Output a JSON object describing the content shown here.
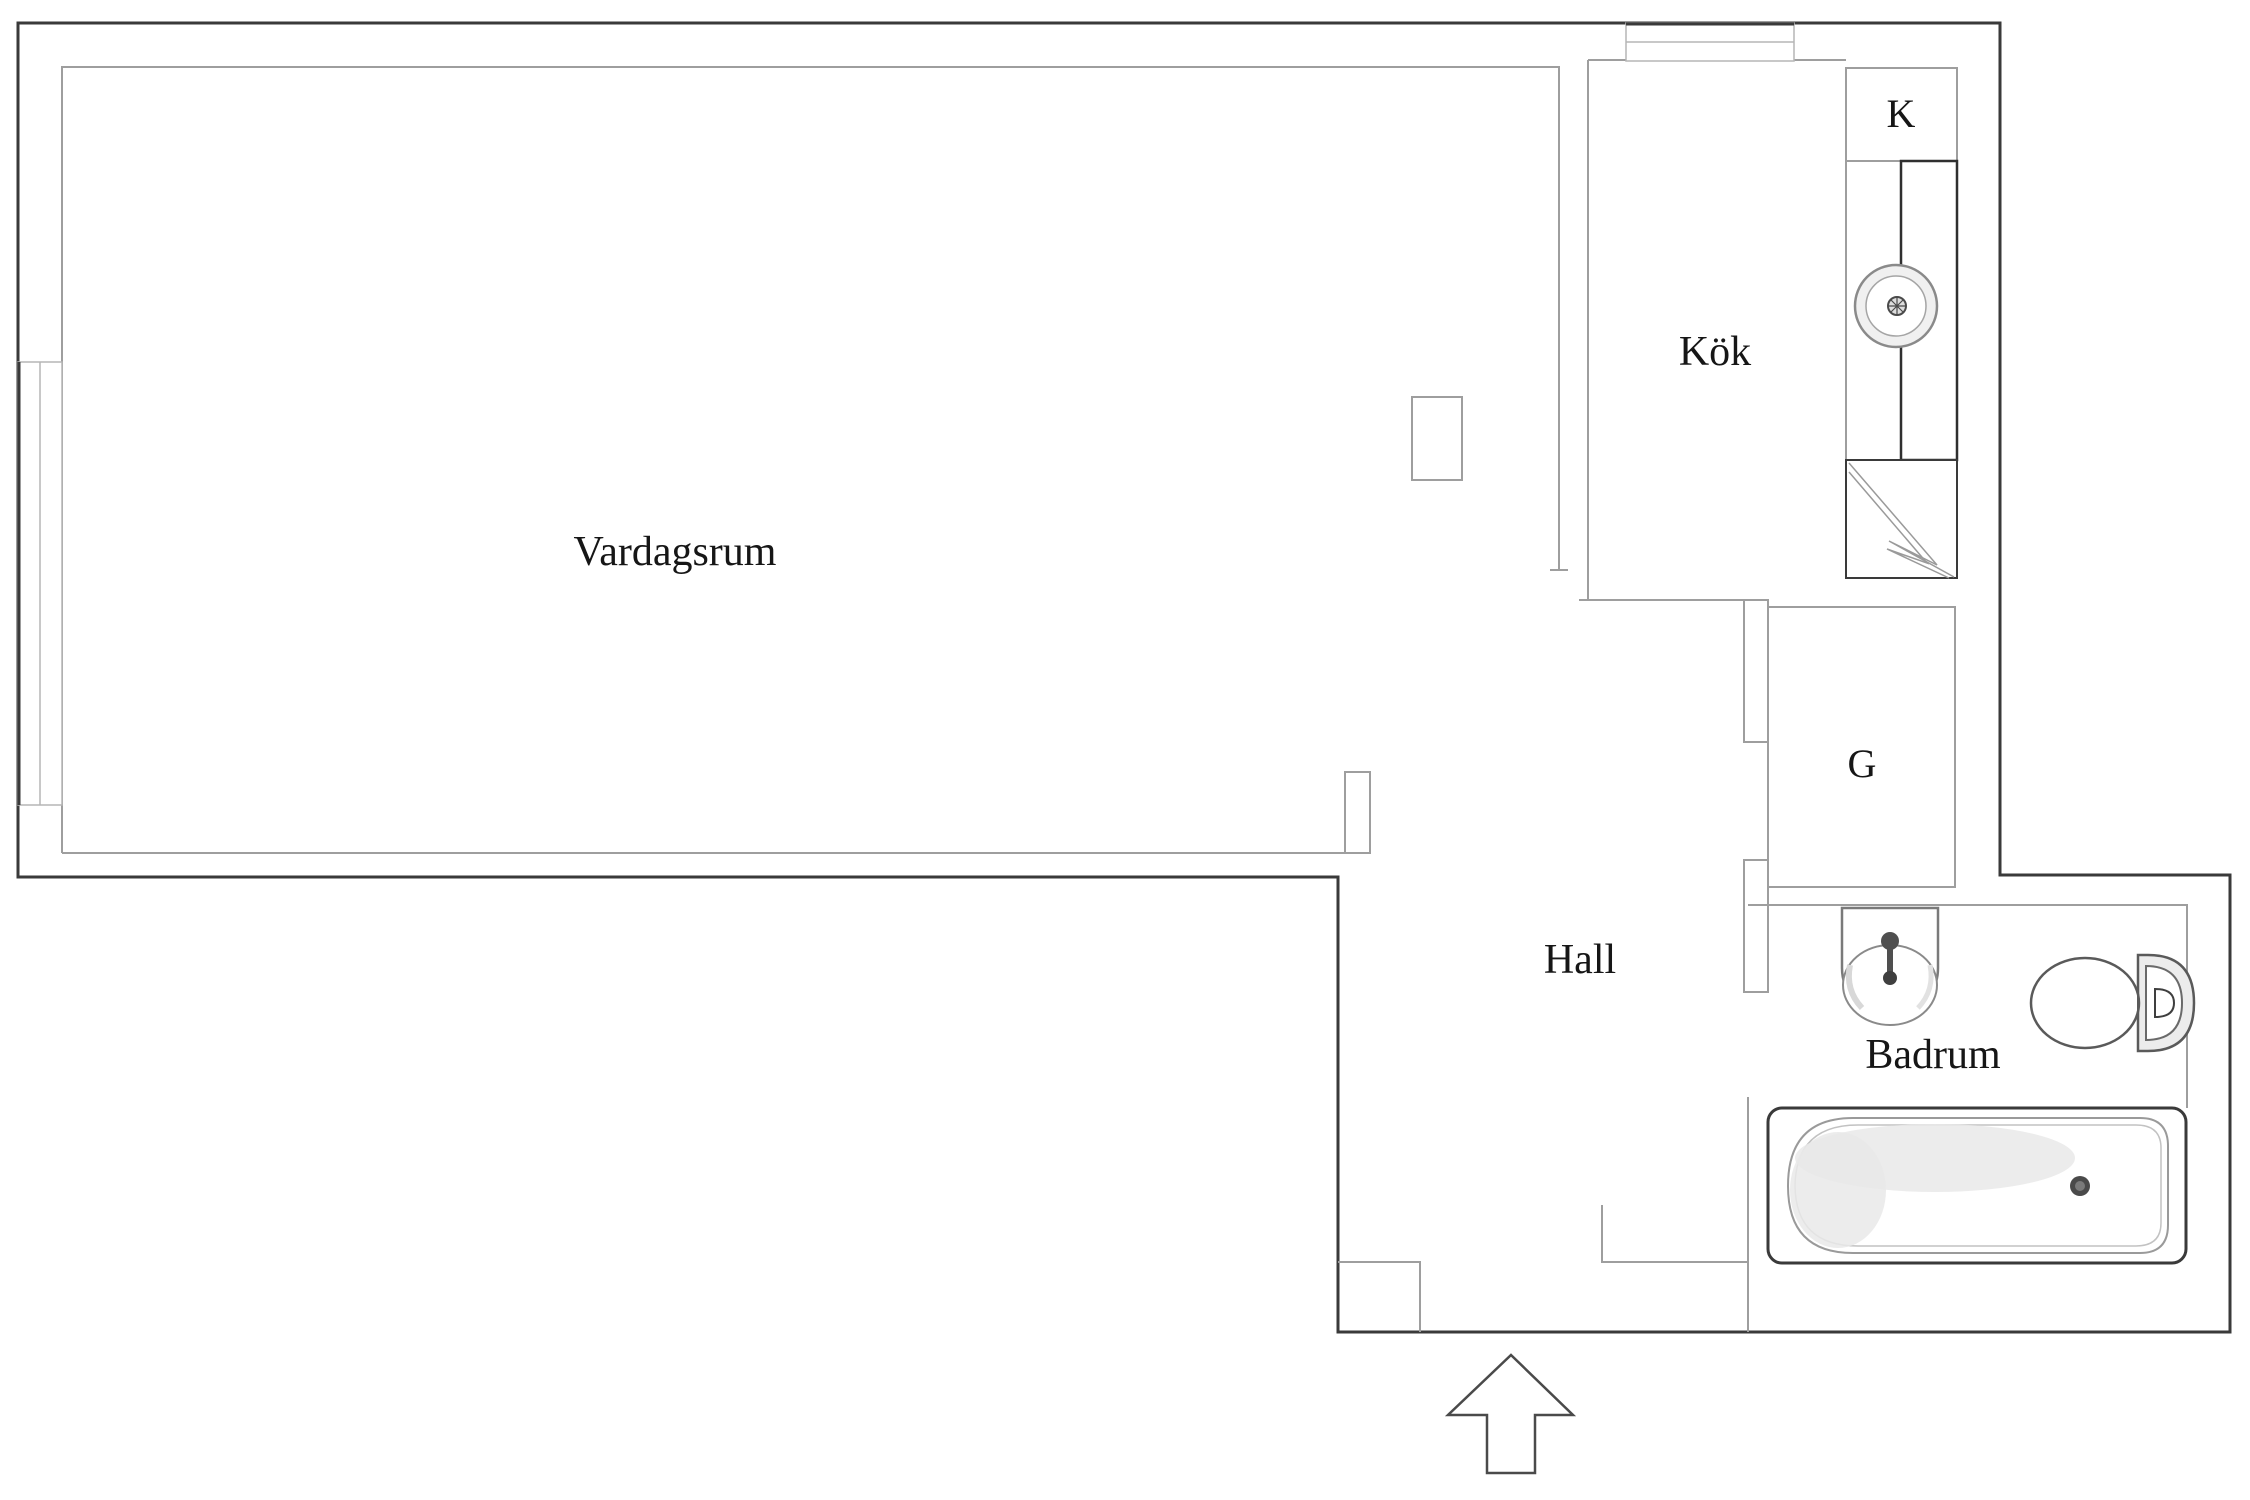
{
  "page": {
    "type": "floor-plan",
    "background": "#ffffff"
  },
  "colors": {
    "wall_dark": "#3a3a3a",
    "wall_light": "#9e9e9e",
    "fixture": "#6e6e6e",
    "shade": "#e9e9e9",
    "text": "#161616"
  },
  "labels": {
    "living_room": "Vardagsrum",
    "kitchen": "Kök",
    "kitchen_cabinet": "K",
    "wardrobe": "G",
    "hall": "Hall",
    "bathroom": "Badrum",
    "toilet_flush": "D"
  },
  "icons": {
    "entrance_arrow": "entrance-arrow-icon",
    "kitchen_sink": "kitchen-sink-icon",
    "appliance_lightning": "lightning-symbol-icon",
    "washbasin": "washbasin-icon",
    "toilet": "toilet-icon",
    "bathtub": "bathtub-icon",
    "window_left": "window-marker",
    "window_top": "window-marker"
  }
}
